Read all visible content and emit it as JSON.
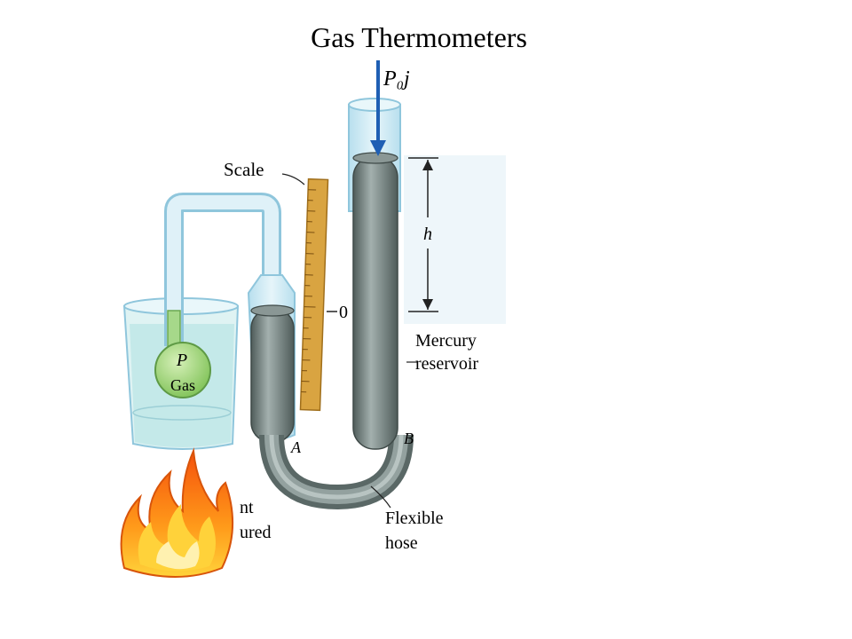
{
  "title": "Gas Thermometers",
  "labels": {
    "pressure_top": "P₀j",
    "scale": "Scale",
    "height": "h",
    "zero": "0",
    "mercury_line1": "Mercury",
    "mercury_line2": "reservoir",
    "bulb_p": "P",
    "bulb_gas": "Gas",
    "point_a": "A",
    "point_b": "B",
    "hose_line1": "Flexible",
    "hose_line2": "hose",
    "partial_line1": "nt",
    "partial_line2": "ured"
  },
  "colors": {
    "glass": "#cfeaf4",
    "glass_edge": "#8fc6dc",
    "mercury": "#7f8f8d",
    "mercury_dark": "#4f5c5a",
    "water": "#bfe6e6",
    "gas_bulb": "#a6d88a",
    "scale": "#d9a441",
    "arrow": "#1f5fb4",
    "fire_outer": "#f07a10",
    "fire_inner": "#ffd23a"
  },
  "icons": [
    "fire-icon",
    "arrow-down-icon"
  ]
}
